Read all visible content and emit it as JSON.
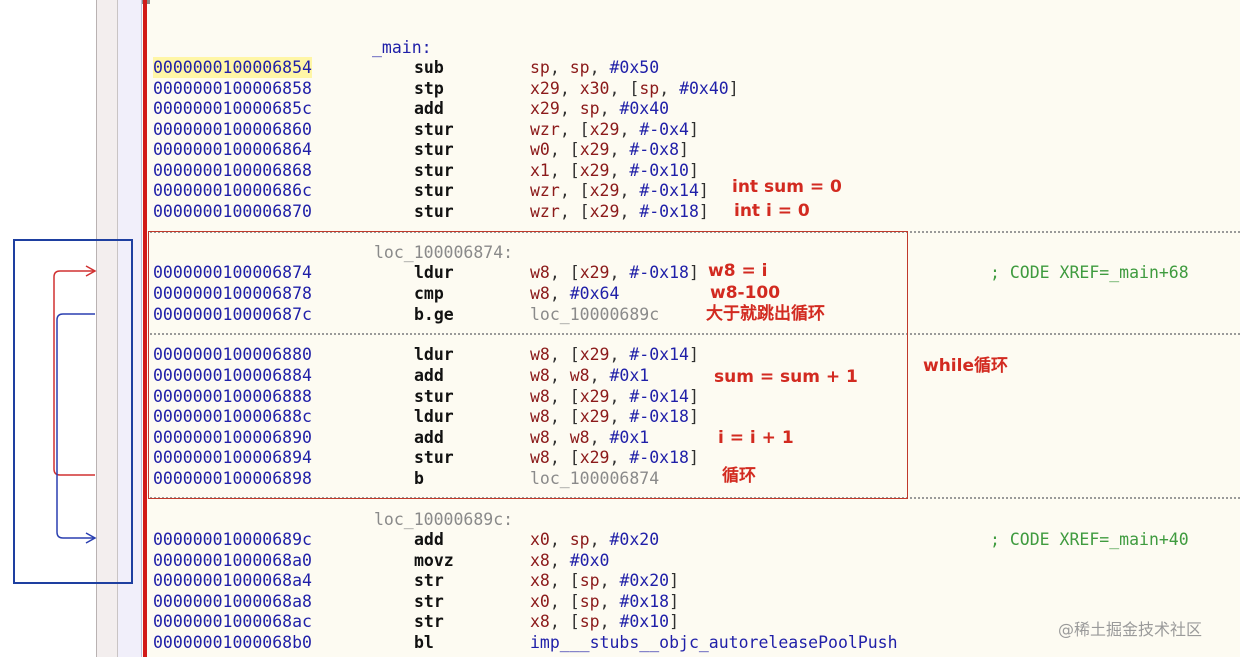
{
  "labels": {
    "main": "_main:",
    "loop": "loc_100006874:",
    "exit": "loc_10000689c:"
  },
  "xrefs": {
    "loop": "; CODE XREF=_main+68",
    "exit": "; CODE XREF=_main+40"
  },
  "rows": [
    {
      "addr": "0000000100006854",
      "mn": "sub",
      "ops": [
        [
          "reg",
          "sp"
        ],
        [
          "punc",
          ", "
        ],
        [
          "reg",
          "sp"
        ],
        [
          "punc",
          ", "
        ],
        [
          "imm",
          "#0x50"
        ]
      ]
    },
    {
      "addr": "0000000100006858",
      "mn": "stp",
      "ops": [
        [
          "reg",
          "x29"
        ],
        [
          "punc",
          ", "
        ],
        [
          "reg",
          "x30"
        ],
        [
          "punc",
          ", ["
        ],
        [
          "reg",
          "sp"
        ],
        [
          "punc",
          ", "
        ],
        [
          "imm",
          "#0x40"
        ],
        [
          "punc",
          "]"
        ]
      ]
    },
    {
      "addr": "000000010000685c",
      "mn": "add",
      "ops": [
        [
          "reg",
          "x29"
        ],
        [
          "punc",
          ", "
        ],
        [
          "reg",
          "sp"
        ],
        [
          "punc",
          ", "
        ],
        [
          "imm",
          "#0x40"
        ]
      ]
    },
    {
      "addr": "0000000100006860",
      "mn": "stur",
      "ops": [
        [
          "reg",
          "wzr"
        ],
        [
          "punc",
          ", ["
        ],
        [
          "reg",
          "x29"
        ],
        [
          "punc",
          ", "
        ],
        [
          "imm",
          "#-0x4"
        ],
        [
          "punc",
          "]"
        ]
      ]
    },
    {
      "addr": "0000000100006864",
      "mn": "stur",
      "ops": [
        [
          "reg",
          "w0"
        ],
        [
          "punc",
          ", ["
        ],
        [
          "reg",
          "x29"
        ],
        [
          "punc",
          ", "
        ],
        [
          "imm",
          "#-0x8"
        ],
        [
          "punc",
          "]"
        ]
      ]
    },
    {
      "addr": "0000000100006868",
      "mn": "stur",
      "ops": [
        [
          "reg",
          "x1"
        ],
        [
          "punc",
          ", ["
        ],
        [
          "reg",
          "x29"
        ],
        [
          "punc",
          ", "
        ],
        [
          "imm",
          "#-0x10"
        ],
        [
          "punc",
          "]"
        ]
      ]
    },
    {
      "addr": "000000010000686c",
      "mn": "stur",
      "ops": [
        [
          "reg",
          "wzr"
        ],
        [
          "punc",
          ", ["
        ],
        [
          "reg",
          "x29"
        ],
        [
          "punc",
          ", "
        ],
        [
          "imm",
          "#-0x14"
        ],
        [
          "punc",
          "]"
        ]
      ]
    },
    {
      "addr": "0000000100006870",
      "mn": "stur",
      "ops": [
        [
          "reg",
          "wzr"
        ],
        [
          "punc",
          ", ["
        ],
        [
          "reg",
          "x29"
        ],
        [
          "punc",
          ", "
        ],
        [
          "imm",
          "#-0x18"
        ],
        [
          "punc",
          "]"
        ]
      ]
    },
    {
      "addr": "0000000100006874",
      "mn": "ldur",
      "ops": [
        [
          "reg",
          "w8"
        ],
        [
          "punc",
          ", ["
        ],
        [
          "reg",
          "x29"
        ],
        [
          "punc",
          ", "
        ],
        [
          "imm",
          "#-0x18"
        ],
        [
          "punc",
          "]"
        ]
      ]
    },
    {
      "addr": "0000000100006878",
      "mn": "cmp",
      "ops": [
        [
          "reg",
          "w8"
        ],
        [
          "punc",
          ", "
        ],
        [
          "imm",
          "#0x64"
        ]
      ]
    },
    {
      "addr": "000000010000687c",
      "mn": "b.ge",
      "ops": [
        [
          "lbl",
          "loc_10000689c"
        ]
      ]
    },
    {
      "addr": "0000000100006880",
      "mn": "ldur",
      "ops": [
        [
          "reg",
          "w8"
        ],
        [
          "punc",
          ", ["
        ],
        [
          "reg",
          "x29"
        ],
        [
          "punc",
          ", "
        ],
        [
          "imm",
          "#-0x14"
        ],
        [
          "punc",
          "]"
        ]
      ]
    },
    {
      "addr": "0000000100006884",
      "mn": "add",
      "ops": [
        [
          "reg",
          "w8"
        ],
        [
          "punc",
          ", "
        ],
        [
          "reg",
          "w8"
        ],
        [
          "punc",
          ", "
        ],
        [
          "imm",
          "#0x1"
        ]
      ]
    },
    {
      "addr": "0000000100006888",
      "mn": "stur",
      "ops": [
        [
          "reg",
          "w8"
        ],
        [
          "punc",
          ", ["
        ],
        [
          "reg",
          "x29"
        ],
        [
          "punc",
          ", "
        ],
        [
          "imm",
          "#-0x14"
        ],
        [
          "punc",
          "]"
        ]
      ]
    },
    {
      "addr": "000000010000688c",
      "mn": "ldur",
      "ops": [
        [
          "reg",
          "w8"
        ],
        [
          "punc",
          ", ["
        ],
        [
          "reg",
          "x29"
        ],
        [
          "punc",
          ", "
        ],
        [
          "imm",
          "#-0x18"
        ],
        [
          "punc",
          "]"
        ]
      ]
    },
    {
      "addr": "0000000100006890",
      "mn": "add",
      "ops": [
        [
          "reg",
          "w8"
        ],
        [
          "punc",
          ", "
        ],
        [
          "reg",
          "w8"
        ],
        [
          "punc",
          ", "
        ],
        [
          "imm",
          "#0x1"
        ]
      ]
    },
    {
      "addr": "0000000100006894",
      "mn": "stur",
      "ops": [
        [
          "reg",
          "w8"
        ],
        [
          "punc",
          ", ["
        ],
        [
          "reg",
          "x29"
        ],
        [
          "punc",
          ", "
        ],
        [
          "imm",
          "#-0x18"
        ],
        [
          "punc",
          "]"
        ]
      ]
    },
    {
      "addr": "0000000100006898",
      "mn": "b",
      "ops": [
        [
          "lbl",
          "loc_100006874"
        ]
      ]
    },
    {
      "addr": "000000010000689c",
      "mn": "add",
      "ops": [
        [
          "reg",
          "x0"
        ],
        [
          "punc",
          ", "
        ],
        [
          "reg",
          "sp"
        ],
        [
          "punc",
          ", "
        ],
        [
          "imm",
          "#0x20"
        ]
      ]
    },
    {
      "addr": "00000001000068a0",
      "mn": "movz",
      "ops": [
        [
          "reg",
          "x8"
        ],
        [
          "punc",
          ", "
        ],
        [
          "imm",
          "#0x0"
        ]
      ]
    },
    {
      "addr": "00000001000068a4",
      "mn": "str",
      "ops": [
        [
          "reg",
          "x8"
        ],
        [
          "punc",
          ", ["
        ],
        [
          "reg",
          "sp"
        ],
        [
          "punc",
          ", "
        ],
        [
          "imm",
          "#0x20"
        ],
        [
          "punc",
          "]"
        ]
      ]
    },
    {
      "addr": "00000001000068a8",
      "mn": "str",
      "ops": [
        [
          "reg",
          "x0"
        ],
        [
          "punc",
          ", ["
        ],
        [
          "reg",
          "sp"
        ],
        [
          "punc",
          ", "
        ],
        [
          "imm",
          "#0x18"
        ],
        [
          "punc",
          "]"
        ]
      ]
    },
    {
      "addr": "00000001000068ac",
      "mn": "str",
      "ops": [
        [
          "reg",
          "x8"
        ],
        [
          "punc",
          ", ["
        ],
        [
          "reg",
          "sp"
        ],
        [
          "punc",
          ", "
        ],
        [
          "imm",
          "#0x10"
        ],
        [
          "punc",
          "]"
        ]
      ]
    },
    {
      "addr": "00000001000068b0",
      "mn": "bl",
      "ops": [
        [
          "imm",
          "imp___stubs__objc_autoreleasePoolPush"
        ]
      ]
    }
  ],
  "annotations": {
    "sum_init": "int sum = 0",
    "i_init": "int i = 0",
    "w8_eq_i": "w8 = i",
    "cmp_note": "w8-100",
    "bge_note": "大于就跳出循环",
    "while_note": "while循环",
    "sum_inc": "sum = sum + 1",
    "i_inc": "i = i + 1",
    "loop_note": "循环"
  },
  "watermark": "@稀土掘金技术社区",
  "colors": {
    "address": "#1f1fa8",
    "register": "#8b1a1a",
    "xref": "#3f9b3f",
    "annotation": "#d22a20",
    "highlight": "#fff6a6"
  }
}
